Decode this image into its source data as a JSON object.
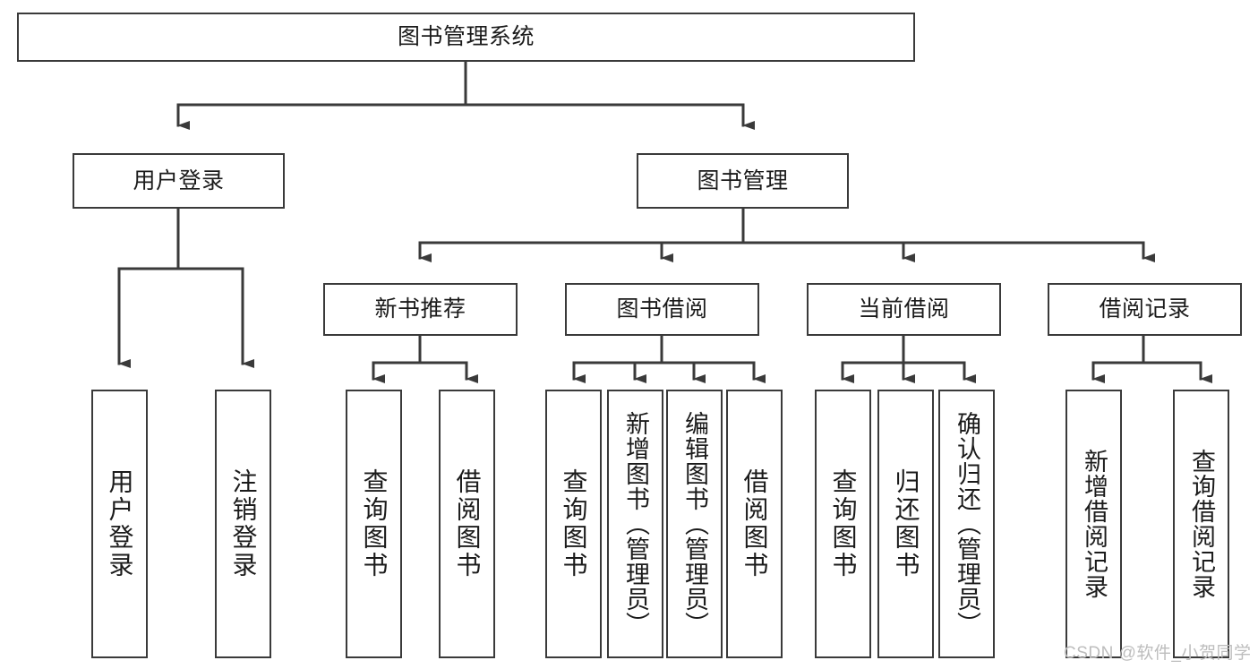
{
  "diagram": {
    "title": "图书管理系统",
    "type": "tree-hierarchy-chart",
    "line_color": "#3a3a3a",
    "box_fill": "#ffffff",
    "text_color": "#1b1b1b"
  },
  "nodes": {
    "root": {
      "label": "图书管理系统"
    },
    "level2": [
      {
        "id": "user-login",
        "label": "用户登录"
      },
      {
        "id": "book-manage",
        "label": "图书管理"
      }
    ],
    "level3": [
      {
        "id": "new-book-recommend",
        "label": "新书推荐"
      },
      {
        "id": "book-borrow",
        "label": "图书借阅"
      },
      {
        "id": "current-borrow",
        "label": "当前借阅"
      },
      {
        "id": "borrow-record",
        "label": "借阅记录"
      }
    ],
    "leaves": {
      "user_login": [
        {
          "id": "leaf-user-login",
          "label": "用户登录"
        },
        {
          "id": "leaf-logout-login",
          "label": "注销登录"
        }
      ],
      "new_book_recommend": [
        {
          "id": "leaf-query-book-1",
          "label": "查询图书"
        },
        {
          "id": "leaf-borrow-book-1",
          "label": "借阅图书"
        }
      ],
      "book_borrow": [
        {
          "id": "leaf-query-book-2",
          "label": "查询图书"
        },
        {
          "id": "leaf-add-book-admin",
          "label": "新增图书（管理员）"
        },
        {
          "id": "leaf-edit-book-admin",
          "label": "编辑图书（管理员）"
        },
        {
          "id": "leaf-borrow-book-2",
          "label": "借阅图书"
        }
      ],
      "current_borrow": [
        {
          "id": "leaf-query-book-3",
          "label": "查询图书"
        },
        {
          "id": "leaf-return-book",
          "label": "归还图书"
        },
        {
          "id": "leaf-confirm-return-admin",
          "label": "确认归还（管理员）"
        }
      ],
      "borrow_record": [
        {
          "id": "leaf-add-borrow-record",
          "label": "新增借阅记录"
        },
        {
          "id": "leaf-query-borrow-record",
          "label": "查询借阅记录"
        }
      ]
    }
  },
  "watermark": {
    "text": "CSDN @软件_小贺同学"
  }
}
